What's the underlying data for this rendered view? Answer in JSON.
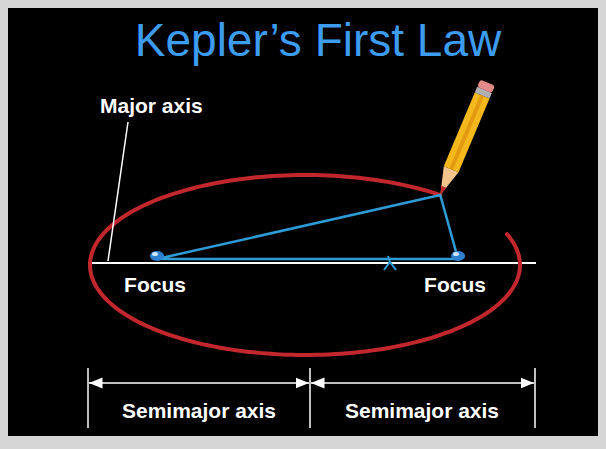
{
  "diagram": {
    "title": "Kepler’s First Law",
    "labels": [
      "Major axis",
      "Focus",
      "Focus",
      "Semimajor axis",
      "Semimajor axis"
    ]
  }
}
